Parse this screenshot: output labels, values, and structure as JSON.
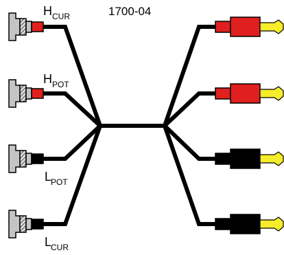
{
  "title": "1700-04",
  "bnc_labels": [
    {
      "main": "H",
      "sub": "CUR",
      "color": "#e0201e"
    },
    {
      "main": "H",
      "sub": "POT",
      "color": "#e0201e"
    },
    {
      "main": "L",
      "sub": "POT",
      "color": "#000000"
    },
    {
      "main": "L",
      "sub": "CUR",
      "color": "#000000"
    }
  ],
  "plug_colors": [
    "#e0201e",
    "#e0201e",
    "#000000",
    "#000000"
  ],
  "colors": {
    "red": "#e0201e",
    "black": "#000000",
    "bnc_gray": "#c4c4c4",
    "pin_yellow": "#f5ec2a",
    "cable": "#000000"
  }
}
